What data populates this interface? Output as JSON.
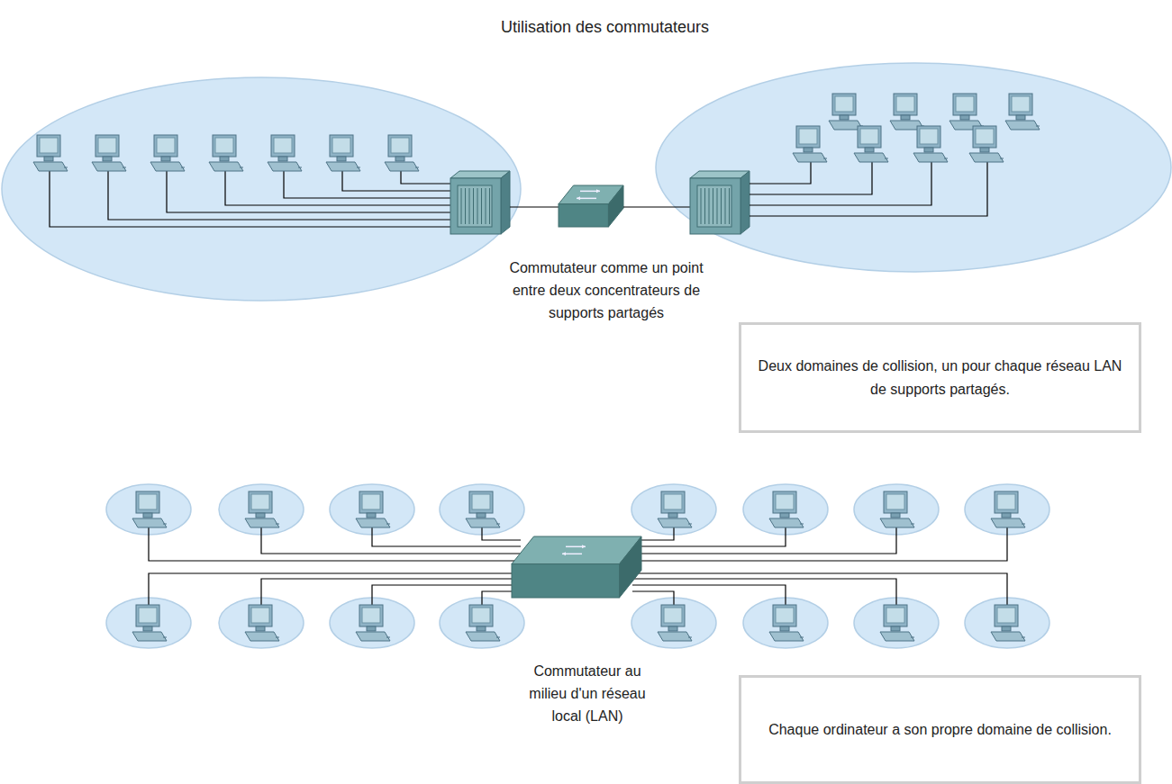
{
  "diagram": {
    "title": "Utilisation des commutateurs",
    "nodes": [
      {
        "text": [
          "Deux domaines de collision, un pour chaque réseau LAN de supports partagés."
        ]
      },
      {
        "text": [
          "Chaque ordinateur a son propre domaine de collision."
        ]
      }
    ],
    "labels": [
      "Commutateur comme un point entre deux concentrateurs de supports partagés",
      "Commutateur au milieu d'un réseau local (LAN)"
    ]
  }
}
